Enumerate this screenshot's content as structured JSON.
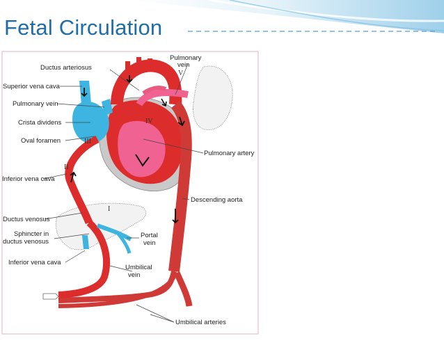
{
  "slide": {
    "title": "Fetal Circulation",
    "colors": {
      "title": "#1f6ea8",
      "header_band": "#cfe8f5",
      "oxygenated": "#dd2c2c",
      "deoxygenated": "#3db5e0",
      "mixed": "#f06292",
      "frame": "#e6b2c4"
    }
  },
  "diagram": {
    "labels": {
      "ductus_arteriosus": "Ductus arteriosus",
      "pulmonary_vein_top": [
        "Pulmonary",
        "vein"
      ],
      "superior_vena_cava": "Superior vena cava",
      "pulmonary_vein_left": "Pulmonary vein",
      "crista_dividens": "Crista dividens",
      "oval_foramen": "Oval foramen",
      "pulmonary_artery": "Pulmonary artery",
      "inferior_vena_cava_upper": "Inferior vena cava",
      "descending_aorta": "Descending aorta",
      "ductus_venosus": "Ductus venosus",
      "sphincter": [
        "Sphincter in",
        "ductus venosus"
      ],
      "portal_vein": [
        "Portal",
        "vein"
      ],
      "inferior_vena_cava_lower": "Inferior vena cava",
      "umbilical_vein": [
        "Umbilical",
        "vein"
      ],
      "umbilical_arteries": "Umbilical arteries"
    },
    "roman_numerals": {
      "i": "I",
      "ii": "II",
      "iii": "III",
      "iv": "IV",
      "v": "V"
    }
  }
}
